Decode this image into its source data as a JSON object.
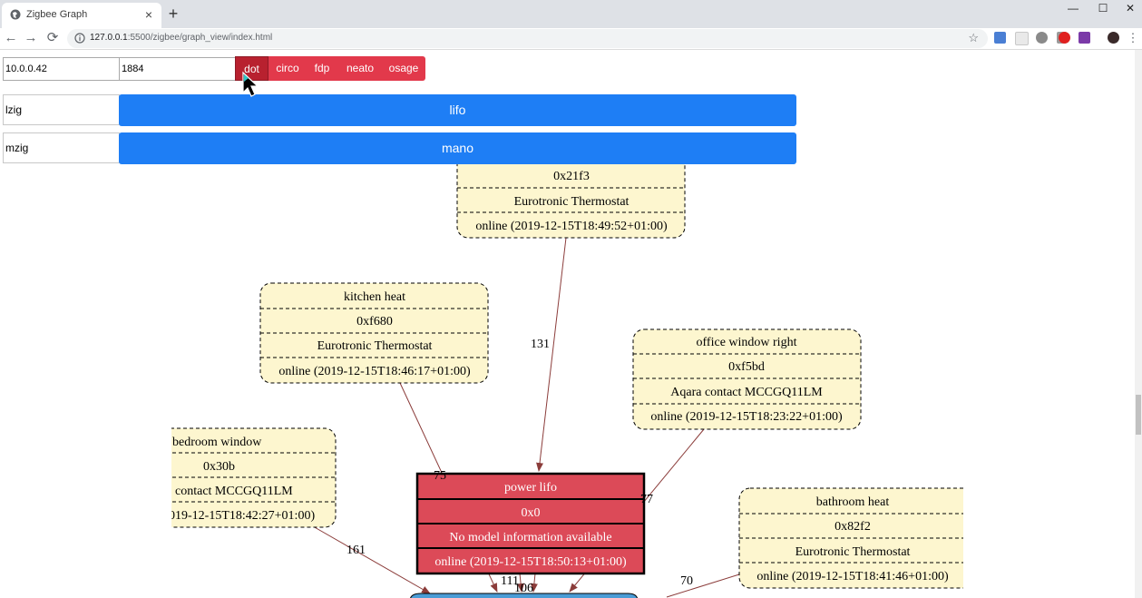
{
  "browser": {
    "tab_title": "Zigbee Graph",
    "tab_close": "×",
    "new_tab": "+",
    "url_host": "127.0.0.1",
    "url_rest": ":5500/zigbee/graph_view/index.html",
    "window_controls": [
      "—",
      "☐",
      "✕"
    ],
    "nav": {
      "back": "←",
      "forward": "→",
      "reload": "⟳"
    }
  },
  "controls": {
    "ip_value": "10.0.0.42",
    "port_value": "1884",
    "layouts": [
      "dot",
      "circo",
      "fdp",
      "neato",
      "osage"
    ],
    "active_layout": "dot"
  },
  "networks": [
    {
      "name": "lzig",
      "button": "lifo"
    },
    {
      "name": "mzig",
      "button": "mano"
    }
  ],
  "graph": {
    "nodes": {
      "top": {
        "lines": [
          "0x21f3",
          "Eurotronic Thermostat",
          "online (2019-12-15T18:49:52+01:00)"
        ]
      },
      "kitchen": {
        "lines": [
          "kitchen heat",
          "0xf680",
          "Eurotronic Thermostat",
          "online (2019-12-15T18:46:17+01:00)"
        ]
      },
      "office": {
        "lines": [
          "office window right",
          "0xf5bd",
          "Aqara contact MCCGQ11LM",
          "online (2019-12-15T18:23:22+01:00)"
        ]
      },
      "bedroom": {
        "lines": [
          "bedroom window",
          "0x30b",
          "contact MCCGQ11LM",
          "019-12-15T18:42:27+01:00)"
        ]
      },
      "power": {
        "lines": [
          "power lifo",
          "0x0",
          "No model information available",
          "online (2019-12-15T18:50:13+01:00)"
        ]
      },
      "bathroom": {
        "lines": [
          "bathroom heat",
          "0x82f2",
          "Eurotronic Thermostat",
          "online (2019-12-15T18:41:46+01:00)"
        ]
      }
    },
    "edge_labels": {
      "top_to_power": "131",
      "kitchen_edge": "75",
      "office_edge": "77",
      "bedroom_edge": "161",
      "bathroom_edge": "70",
      "bottom_a": "111",
      "bottom_b": "106"
    },
    "colors": {
      "node_fill": "#fdf6cf",
      "power_fill": "#dc4a58",
      "edge": "#8b3c3a",
      "bottom_node": "#4a9cd6"
    }
  }
}
